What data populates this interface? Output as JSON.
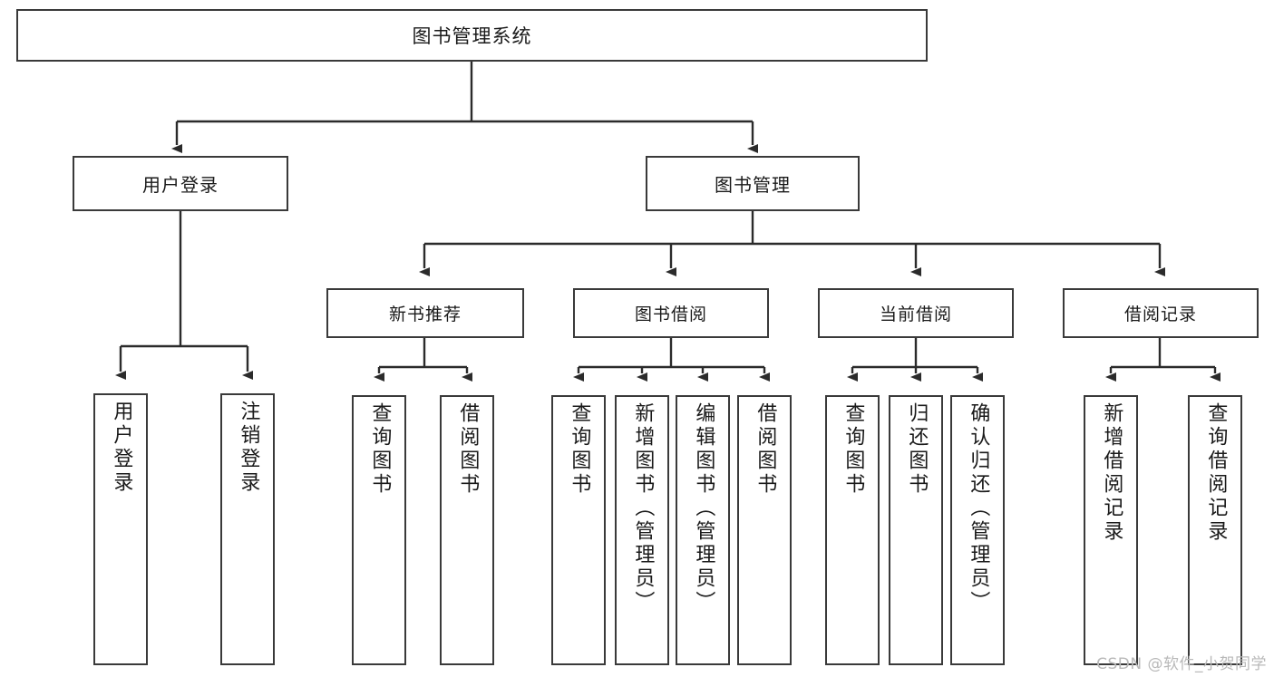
{
  "diagram": {
    "type": "tree-hierarchy",
    "title": "图书管理系统",
    "orientation": "top-down",
    "colors": {
      "box_border": "#3a3a3a",
      "box_fill": "#ffffff",
      "connector": "#2b2b2b",
      "watermark": "#b9b9b9"
    },
    "root": {
      "label": "图书管理系统"
    },
    "level2": [
      {
        "id": "user-login",
        "label": "用户登录"
      },
      {
        "id": "book-manage",
        "label": "图书管理"
      }
    ],
    "level3": [
      {
        "id": "new-book-recommend",
        "label": "新书推荐"
      },
      {
        "id": "book-borrow",
        "label": "图书借阅"
      },
      {
        "id": "current-borrow",
        "label": "当前借阅"
      },
      {
        "id": "borrow-record",
        "label": "借阅记录"
      }
    ],
    "leaves": {
      "user_login": [
        {
          "id": "leaf-user-login",
          "label": "用户登录"
        },
        {
          "id": "leaf-logout-login",
          "label": "注销登录"
        }
      ],
      "new_book_recommend": [
        {
          "id": "leaf-query-book-1",
          "label": "查询图书"
        },
        {
          "id": "leaf-borrow-book-1",
          "label": "借阅图书"
        }
      ],
      "book_borrow": [
        {
          "id": "leaf-query-book-2",
          "label": "查询图书"
        },
        {
          "id": "leaf-add-book",
          "label": "新增图书（管理员）"
        },
        {
          "id": "leaf-edit-book",
          "label": "编辑图书（管理员）"
        },
        {
          "id": "leaf-borrow-book-2",
          "label": "借阅图书"
        }
      ],
      "current_borrow": [
        {
          "id": "leaf-query-book-3",
          "label": "查询图书"
        },
        {
          "id": "leaf-return-book",
          "label": "归还图书"
        },
        {
          "id": "leaf-confirm-return",
          "label": "确认归还（管理员）"
        }
      ],
      "borrow_record": [
        {
          "id": "leaf-add-record",
          "label": "新增借阅记录"
        },
        {
          "id": "leaf-query-record",
          "label": "查询借阅记录"
        }
      ]
    }
  },
  "watermark": {
    "text": "CSDN @软件_小贺同学"
  }
}
